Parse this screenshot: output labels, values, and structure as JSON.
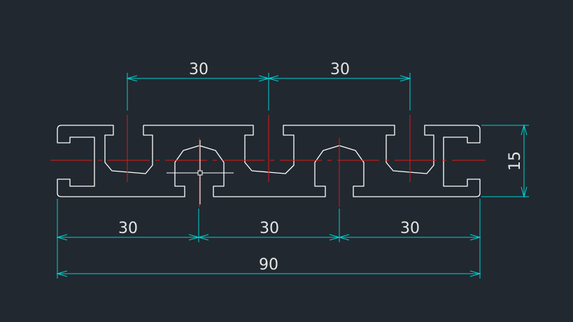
{
  "colors": {
    "background": "#212830",
    "outline": "#ffffff",
    "dimension": "#00d2d2",
    "centerline": "#e01818"
  },
  "dimensions": {
    "top_left": "30",
    "top_right": "30",
    "bottom_1": "30",
    "bottom_2": "30",
    "bottom_3": "30",
    "overall": "90",
    "height": "15"
  }
}
